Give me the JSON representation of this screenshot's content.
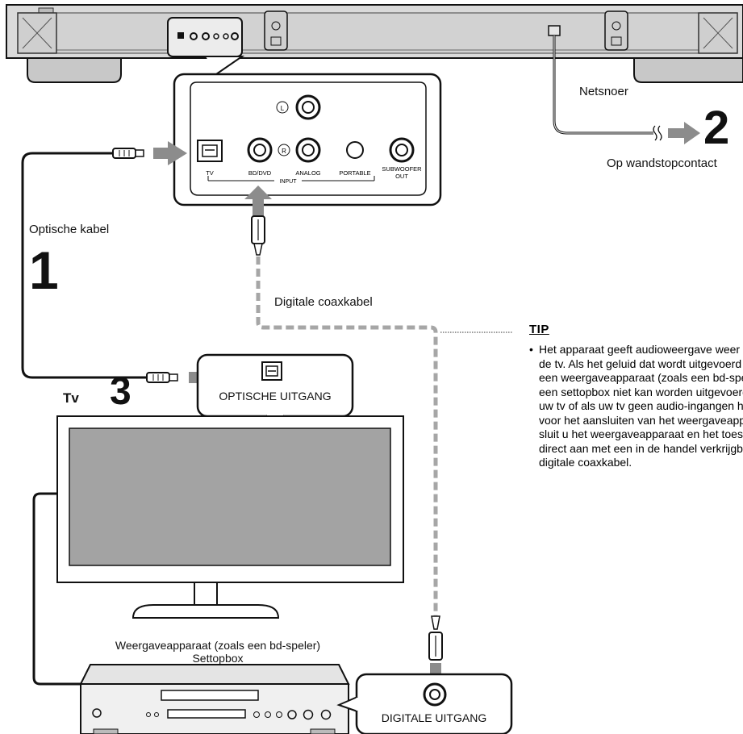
{
  "labels": {
    "power_cord": "Netsnoer",
    "wall_outlet": "Op wandstopcontact",
    "optical_cable": "Optische kabel",
    "digital_coax": "Digitale coaxkabel",
    "tv": "Tv",
    "optical_output": "OPTISCHE UITGANG",
    "playback_device": "Weergaveapparaat (zoals een bd-speler)",
    "set_top_box": "Settopbox",
    "digital_output": "DIGITALE UITGANG"
  },
  "steps": {
    "one": "1",
    "two": "2",
    "three": "3"
  },
  "panel": {
    "tv": "TV",
    "bd_dvd": "BD/DVD",
    "analog": "ANALOG",
    "portable": "PORTABLE",
    "subwoofer_line1": "SUBWOOFER",
    "subwoofer_line2": "OUT",
    "input": "INPUT",
    "l": "L",
    "r": "R"
  },
  "tip": {
    "title": "TIP",
    "text": "Het apparaat geeft audioweergave weer vanaf de tv. Als het geluid dat wordt uitgevoerd vanaf een weergaveapparaat (zoals een bd-speler) of een settopbox niet kan worden uitgevoerd vanaf uw tv of als uw tv geen audio-ingangen heeft voor het aansluiten van het weergaveapparaat, sluit u het weergaveapparaat en het toestel direct aan met een in de handel verkrijgbare digitale coaxkabel."
  },
  "colors": {
    "arrow": "#8c8c8c",
    "coax": "#a6a6a6",
    "tv_screen": "#a3a3a3",
    "line": "#111111"
  }
}
